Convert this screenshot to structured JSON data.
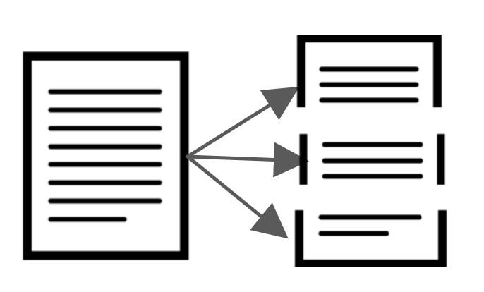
{
  "diagram": {
    "description_free": true,
    "source_document": {
      "icon": "document-icon",
      "line_count": 8
    },
    "fragments": [
      {
        "icon": "document-top-fragment-icon",
        "line_count": 3
      },
      {
        "icon": "document-middle-fragment-icon",
        "line_count": 3
      },
      {
        "icon": "document-bottom-fragment-icon",
        "line_count": 2
      }
    ],
    "colors": {
      "stroke": "#000000",
      "arrow": "#5a5a5a",
      "background": "#ffffff"
    }
  }
}
